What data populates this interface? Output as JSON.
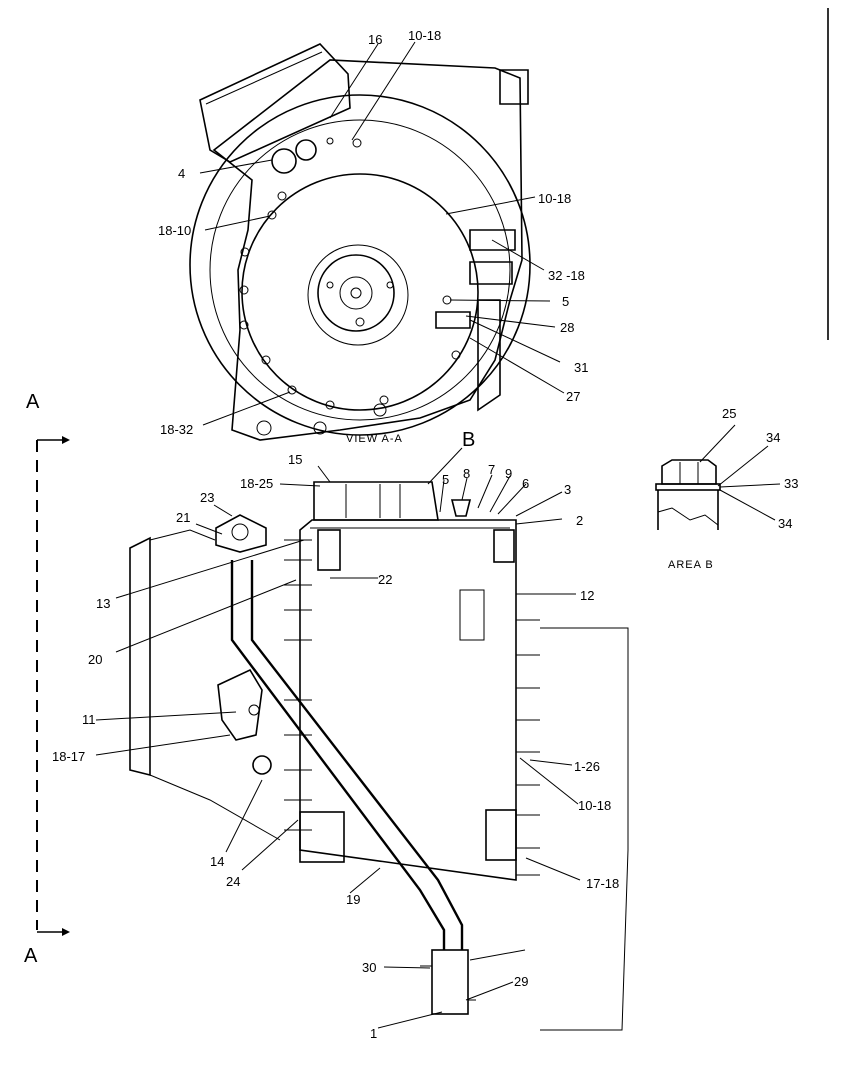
{
  "view_label": "VIEW A-A",
  "area_label": "AREA B",
  "section_letters": {
    "a_top": "A",
    "a_bottom": "A",
    "b": "B"
  },
  "labels": {
    "l16": "16",
    "l10_18a": "10-18",
    "l4": "4",
    "l10_18b": "10-18",
    "l18_10": "18-10",
    "l32_18": "32 -18",
    "l5a": "5",
    "l28": "28",
    "l31": "31",
    "l27": "27",
    "l18_32": "18-32",
    "l15": "15",
    "l18_25": "18-25",
    "l5b": "5",
    "l8": "8",
    "l7": "7",
    "l9": "9",
    "l6": "6",
    "l3": "3",
    "l2": "2",
    "l23": "23",
    "l21": "21",
    "l13": "13",
    "l22": "22",
    "l20": "20",
    "l12": "12",
    "l11": "11",
    "l18_17": "18-17",
    "l1_26": "1-26",
    "l10_18c": "10-18",
    "l14": "14",
    "l24": "24",
    "l17_18": "17-18",
    "l19": "19",
    "l30": "30",
    "l29": "29",
    "l1": "1",
    "l25": "25",
    "l34a": "34",
    "l33": "33",
    "l34b": "34"
  }
}
